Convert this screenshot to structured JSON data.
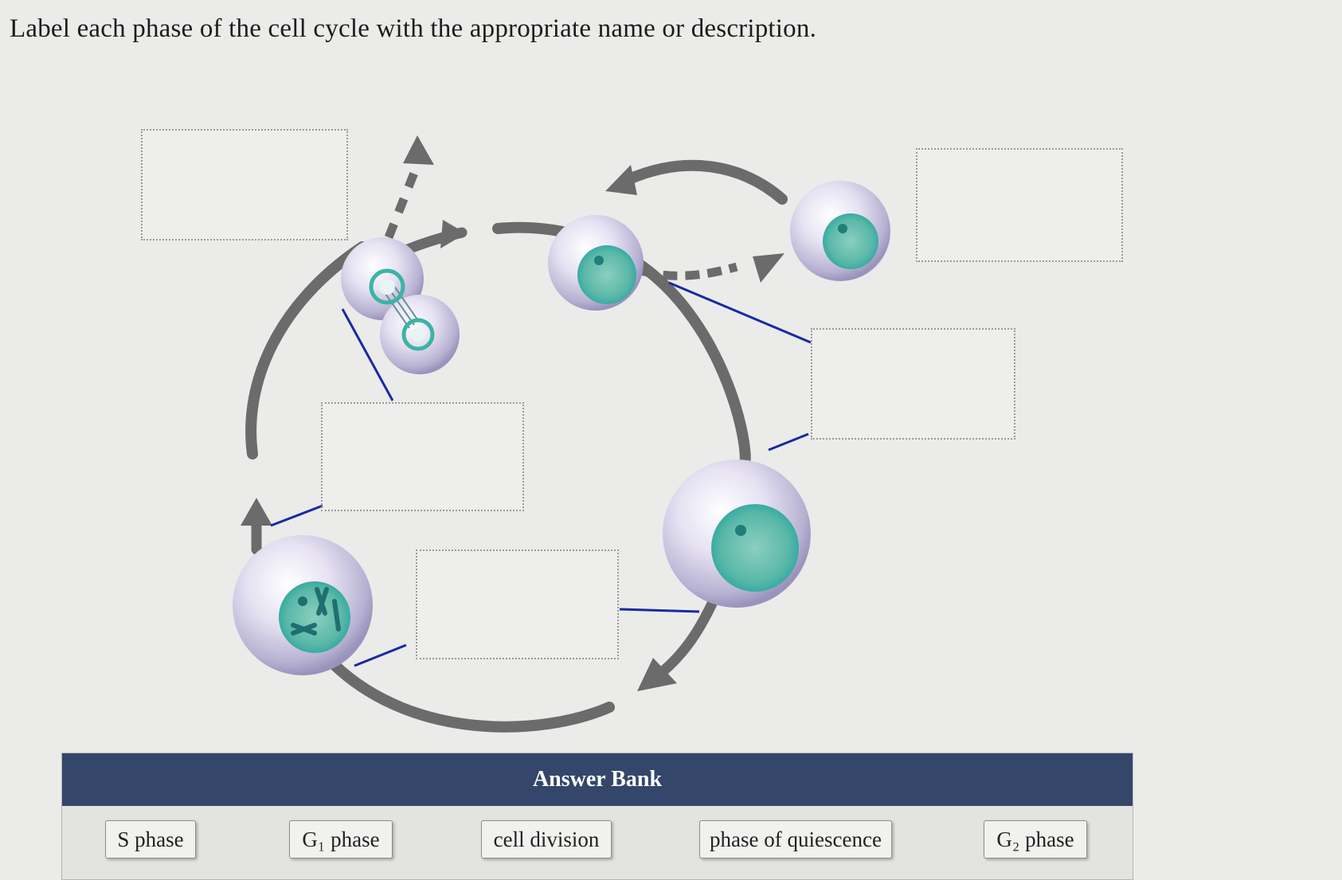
{
  "question": {
    "prompt": "Label each phase of the cell cycle with the appropriate name or description."
  },
  "drop_targets": [
    {
      "id": "box-top-left",
      "value": ""
    },
    {
      "id": "box-top-right",
      "value": ""
    },
    {
      "id": "box-center-left",
      "value": ""
    },
    {
      "id": "box-right-middle",
      "value": ""
    },
    {
      "id": "box-center-bottom",
      "value": ""
    }
  ],
  "answer_bank": {
    "title": "Answer Bank",
    "items": [
      "S phase",
      "G₁ phase",
      "cell division",
      "phase of quiescence",
      "G₂ phase"
    ]
  },
  "colors": {
    "bank_header": "#34466a",
    "cycle_arrow": "#6b6b6b",
    "leader_line": "#1a2aa0",
    "nucleus": "#3cb3a6",
    "cell_body": "#d9d5ec"
  },
  "icons": [
    "arrow-head-icon",
    "cell-icon",
    "nucleus-icon",
    "chromosome-icon"
  ]
}
